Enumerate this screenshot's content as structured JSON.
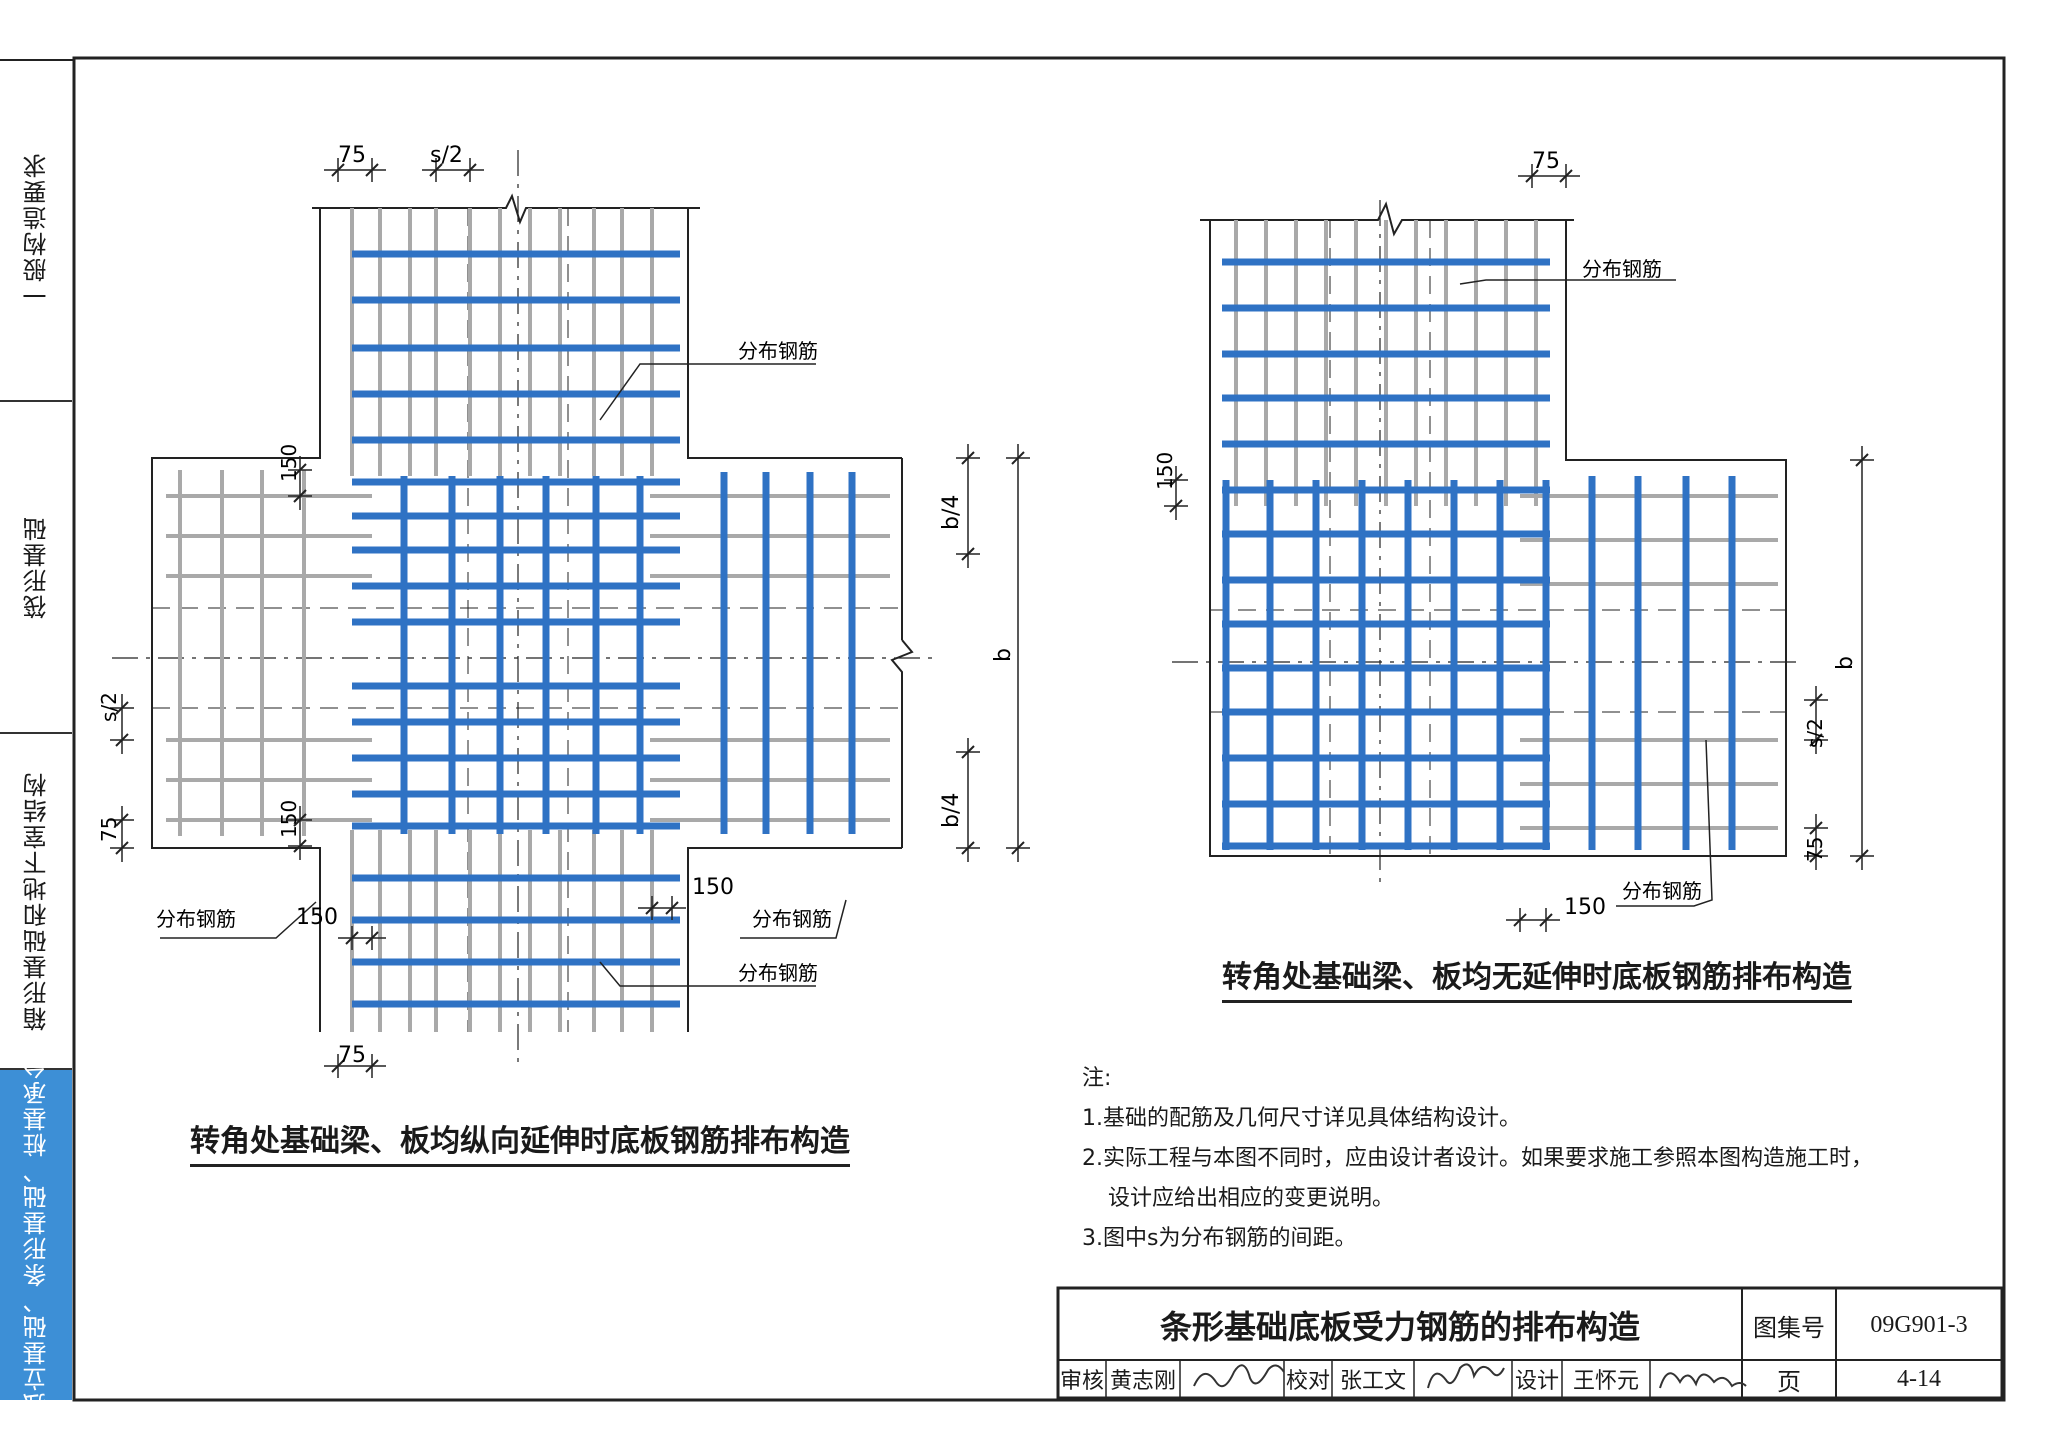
{
  "sidebar": {
    "tabs": [
      {
        "label": "一般构造要求",
        "active": false
      },
      {
        "label": "筏形基础",
        "active": false
      },
      {
        "label": "箱形基础和地下室结构",
        "active": false
      },
      {
        "label": "独立基础、条形基础、桩基承台",
        "active": true
      }
    ]
  },
  "left_diagram": {
    "caption": "转角处基础梁、板均纵向延伸时底板钢筋排布构造",
    "labels": {
      "dim_75_top": "75",
      "dim_s2_top": "s/2",
      "dist_bar_top": "分布钢筋",
      "dim_150_upper": "150",
      "dim_150_lower": "150",
      "dim_s2_left": "s/2",
      "dim_75_left": "75",
      "dist_bar_left": "分布钢筋",
      "dim_150_bottom_left": "150",
      "dim_150_bottom_right": "150",
      "dist_bar_right": "分布钢筋",
      "dist_bar_bottom": "分布钢筋",
      "dim_75_bottom": "75",
      "dim_b4_upper": "b/4",
      "dim_b": "b",
      "dim_b4_lower": "b/4"
    }
  },
  "right_diagram": {
    "caption": "转角处基础梁、板均无延伸时底板钢筋排布构造",
    "labels": {
      "dim_75_top": "75",
      "dist_bar_top": "分布钢筋",
      "dim_150_left": "150",
      "dim_b": "b",
      "dim_s2": "s/2",
      "dim_75_bottom": "75",
      "dim_150_bottom": "150",
      "dist_bar_bottom": "分布钢筋"
    }
  },
  "notes": {
    "title": "注:",
    "items": [
      "1.基础的配筋及几何尺寸详见具体结构设计。",
      "2.实际工程与本图不同时，应由设计者设计。如果要求施工参照本图构造施工时，",
      "设计应给出相应的变更说明。",
      "3.图中s为分布钢筋的间距。"
    ]
  },
  "title_block": {
    "title": "条形基础底板受力钢筋的排布构造",
    "atlas_label": "图集号",
    "atlas_number": "09G901-3",
    "review_label": "审核",
    "reviewer": "黄志刚",
    "check_label": "校对",
    "checker": "张工文",
    "design_label": "设计",
    "designer": "王怀元",
    "page_label": "页",
    "page_number": "4-14"
  },
  "colors": {
    "rebar_blue": "#2f72c4",
    "rebar_gray": "#a9a9a9",
    "active_tab": "#3d8fd6",
    "line": "#222222"
  }
}
